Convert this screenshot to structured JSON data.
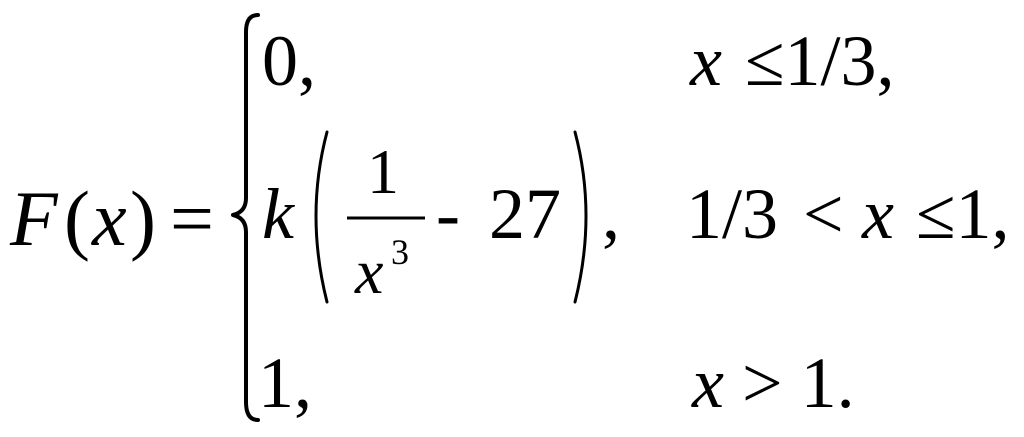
{
  "formula": {
    "lhs": {
      "function_name": "F",
      "open_paren": "(",
      "variable": "x",
      "close_paren": ")",
      "equals": "="
    },
    "cases": [
      {
        "value": "0,",
        "condition": {
          "variable": "x",
          "relation": "≤1/3,"
        }
      },
      {
        "value": {
          "coefficient": "k",
          "numerator": "1",
          "denominator_base": "x",
          "denominator_exponent": "3",
          "minus": "-",
          "constant": "27",
          "trailing": ","
        },
        "condition": {
          "lower": "1/3",
          "less_than": "<",
          "variable": "x",
          "upper": "≤1,"
        }
      },
      {
        "value": "1,",
        "condition": {
          "variable": "x",
          "relation": "> 1."
        }
      }
    ]
  }
}
